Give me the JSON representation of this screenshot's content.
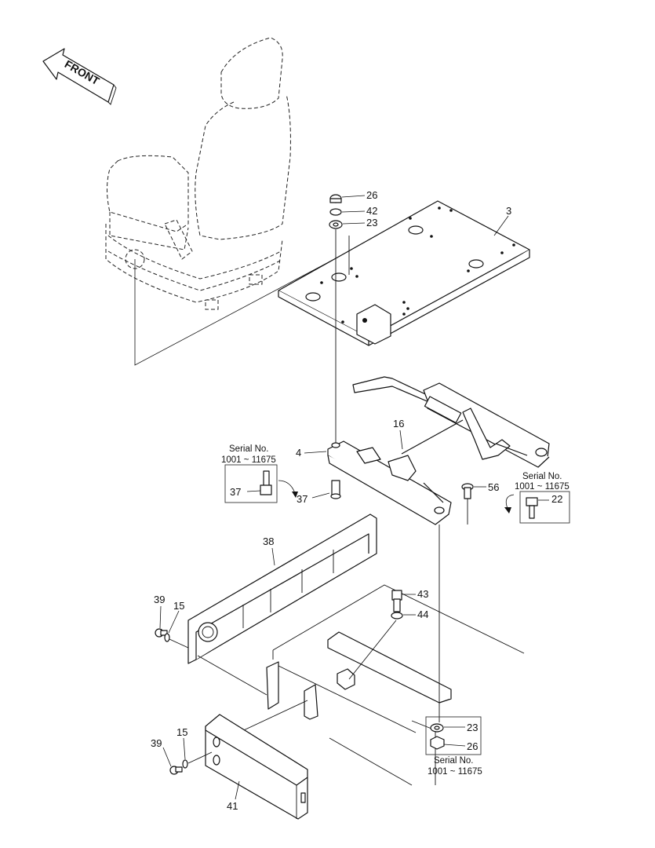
{
  "diagram": {
    "front_label": "FRONT",
    "serial_label": "Serial No.",
    "serial_range": "1001 ~ 11675",
    "parts": {
      "p3": "3",
      "p4": "4",
      "p15a": "15",
      "p15b": "15",
      "p16": "16",
      "p22": "22",
      "p23a": "23",
      "p23b": "23",
      "p26a": "26",
      "p26b": "26",
      "p37a": "37",
      "p37b": "37",
      "p38": "38",
      "p39a": "39",
      "p39b": "39",
      "p41": "41",
      "p42": "42",
      "p43": "43",
      "p44": "44",
      "p56": "56"
    }
  }
}
